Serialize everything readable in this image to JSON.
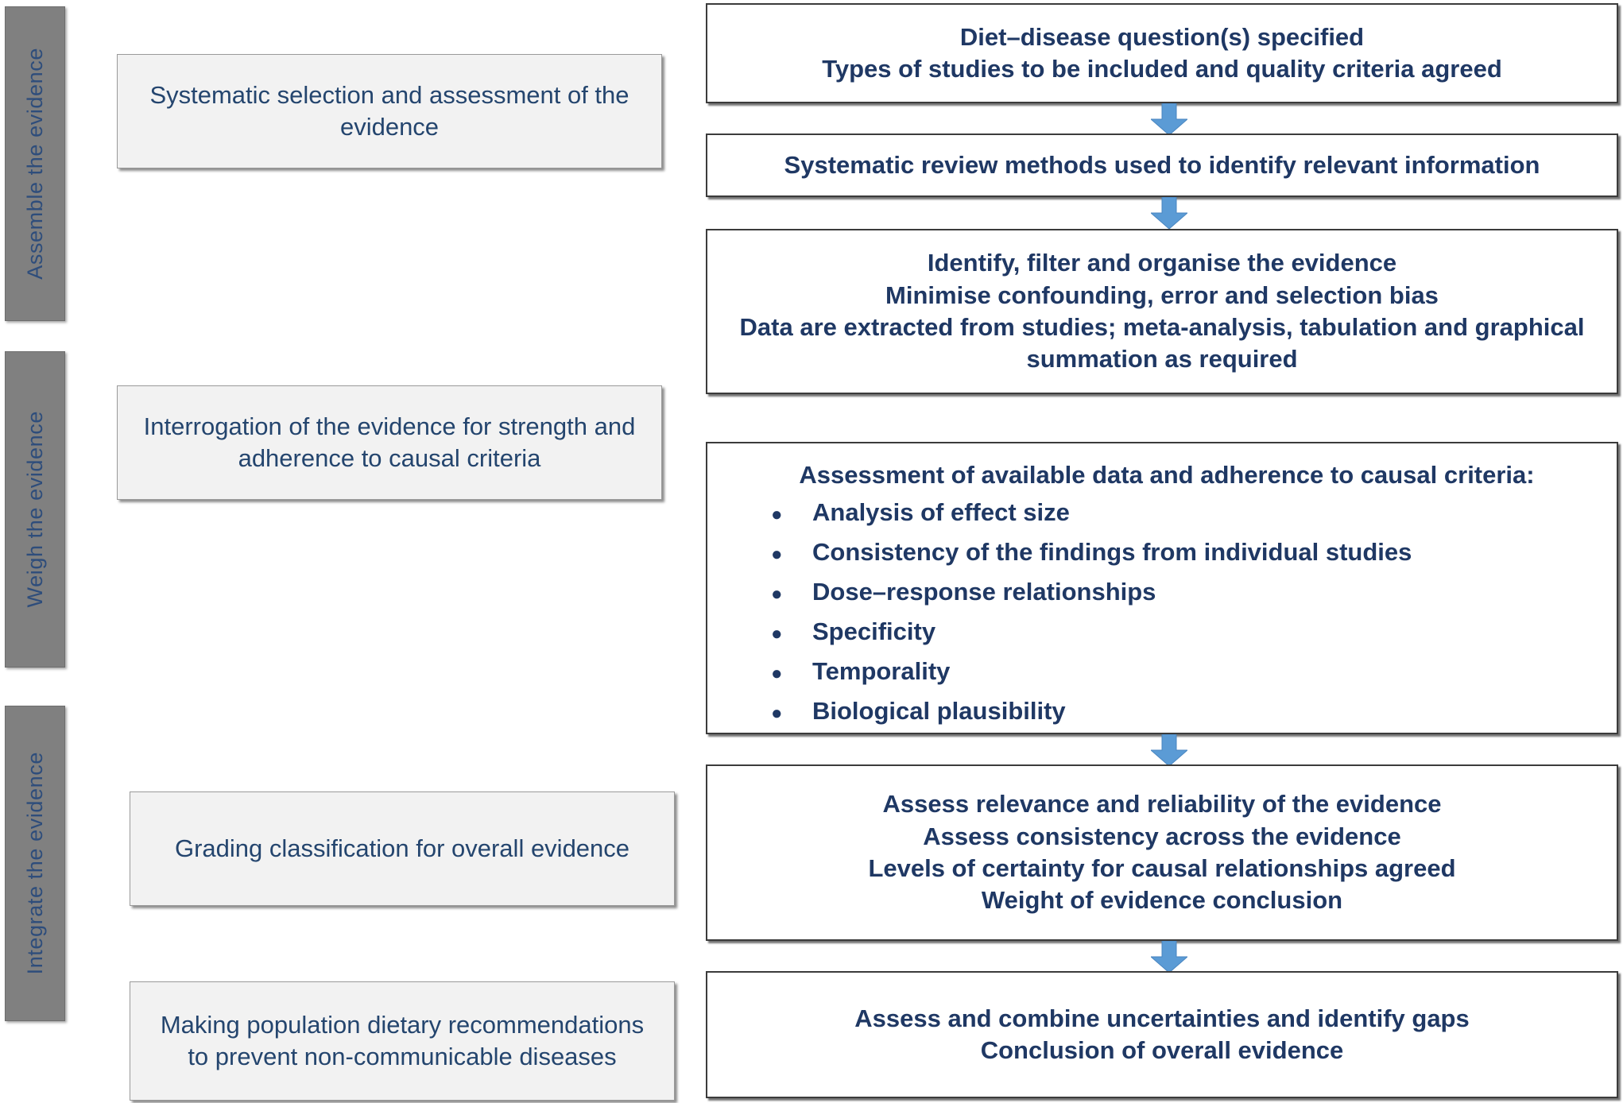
{
  "theme": {
    "stage_bar_fill": "#808080",
    "stage_label_color": "#2E4D7B",
    "desc_box_fill": "#F2F2F2",
    "proc_text_color": "#1F3864",
    "arrow_color": "#5B9BD5",
    "page_background": "#FFFFFF"
  },
  "stages": [
    {
      "label": "Assemble the evidence"
    },
    {
      "label": "Weigh the evidence"
    },
    {
      "label": "Integrate the evidence"
    }
  ],
  "descriptions": [
    {
      "text": "Systematic selection and assessment of the evidence"
    },
    {
      "text": "Interrogation of the evidence for strength and adherence to causal criteria"
    },
    {
      "text": "Grading classification for overall evidence"
    },
    {
      "text": "Making population dietary recommendations to prevent non-communicable diseases"
    }
  ],
  "process": {
    "box1": {
      "line1": "Diet–disease question(s) specified",
      "line2": "Types of studies to be included and quality criteria agreed"
    },
    "box2": {
      "line1": "Systematic review methods used to identify relevant information"
    },
    "box3": {
      "line1": "Identify, filter and organise the evidence",
      "line2": "Minimise confounding, error and selection bias",
      "line3": "Data are extracted from studies; meta-analysis, tabulation and graphical",
      "line4": "summation as required"
    },
    "box4": {
      "heading": "Assessment of available data and adherence to causal criteria:",
      "bullet_glyph": "●",
      "bullets": [
        "Analysis of effect size",
        "Consistency of the findings from individual studies",
        "Dose–response relationships",
        "Specificity",
        "Temporality",
        "Biological plausibility"
      ]
    },
    "box5": {
      "line1": "Assess relevance and reliability of the evidence",
      "line2": "Assess consistency across the evidence",
      "line3": "Levels of certainty for causal relationships agreed",
      "line4": "Weight of evidence conclusion"
    },
    "box6": {
      "line1": "Assess and combine uncertainties and identify gaps",
      "line2": "Conclusion of overall evidence"
    }
  },
  "arrows": [
    {
      "name": "arrow-box1-to-box2"
    },
    {
      "name": "arrow-box2-to-box3"
    },
    {
      "name": "arrow-box4-to-box5"
    },
    {
      "name": "arrow-box5-to-box6"
    }
  ]
}
